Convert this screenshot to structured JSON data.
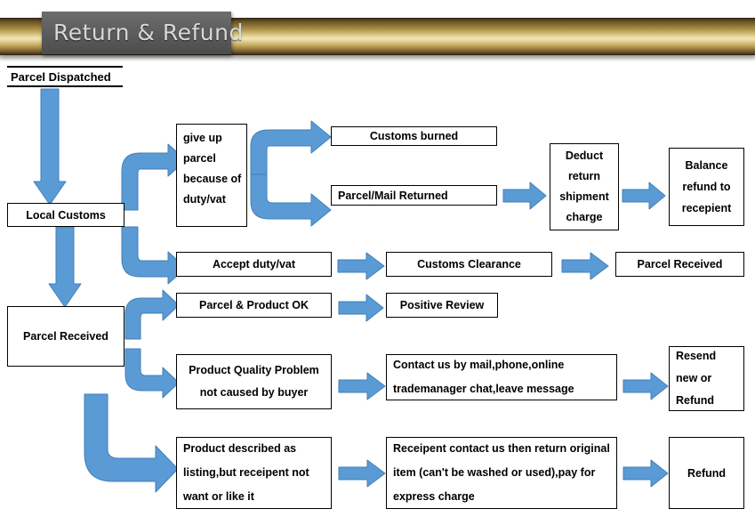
{
  "header": {
    "title": "Return & Refund",
    "bar_color_dark": "#2e2213",
    "bar_color_light": "#f3e7b6",
    "ribbon_color": "#5e5e5e",
    "ribbon_text_color": "#d8d8d8"
  },
  "theme": {
    "arrow_fill": "#5b9bd5",
    "arrow_stroke": "#3f7fb8",
    "box_border": "#000000",
    "box_background": "#ffffff",
    "text_color": "#000000"
  },
  "nodes": {
    "parcel_dispatched": "Parcel Dispatched",
    "local_customs": "Local Customs",
    "parcel_received_left": "Parcel Received",
    "give_up_parcel": "give up parcel because of duty/vat",
    "customs_burned": "Customs burned",
    "parcel_mail_returned": "Parcel/Mail Returned",
    "deduct_return_shipment_charge": "Deduct return shipment charge",
    "balance_refund_to_recepient": "Balance refund to recepient",
    "accept_duty_vat": "Accept duty/vat",
    "customs_clearance": "Customs Clearance",
    "parcel_received_right": "Parcel Received",
    "parcel_product_ok": "Parcel & Product OK",
    "positive_review": "Positive Review",
    "product_quality_problem": "Product Quality Problem not caused by buyer",
    "contact_us": "Contact us by mail,phone,online trademanager chat,leave message",
    "resend_new_or_refund": "Resend new or Refund",
    "product_described_as_listing": "Product described as listing,but receipent not want or like it",
    "receipent_contact_us": "Receipent contact us then return original item (can't be washed or used),pay for express charge",
    "refund": "Refund"
  },
  "chart_data": {
    "type": "diagram",
    "title": "Return & Refund",
    "diagram_kind": "flowchart",
    "nodes": [
      {
        "id": "parcel_dispatched",
        "label": "Parcel Dispatched",
        "style": "rule-only"
      },
      {
        "id": "local_customs",
        "label": "Local Customs",
        "style": "box"
      },
      {
        "id": "parcel_received_left",
        "label": "Parcel Received",
        "style": "box"
      },
      {
        "id": "give_up_parcel",
        "label": "give up parcel because of duty/vat",
        "style": "box"
      },
      {
        "id": "customs_burned",
        "label": "Customs burned",
        "style": "box"
      },
      {
        "id": "parcel_mail_returned",
        "label": "Parcel/Mail Returned",
        "style": "box"
      },
      {
        "id": "deduct_return_shipment_charge",
        "label": "Deduct return shipment charge",
        "style": "box"
      },
      {
        "id": "balance_refund_to_recepient",
        "label": "Balance refund to recepient",
        "style": "box"
      },
      {
        "id": "accept_duty_vat",
        "label": "Accept duty/vat",
        "style": "box"
      },
      {
        "id": "customs_clearance",
        "label": "Customs Clearance",
        "style": "box"
      },
      {
        "id": "parcel_received_right",
        "label": "Parcel Received",
        "style": "box"
      },
      {
        "id": "parcel_product_ok",
        "label": "Parcel & Product OK",
        "style": "box"
      },
      {
        "id": "positive_review",
        "label": "Positive Review",
        "style": "box"
      },
      {
        "id": "product_quality_problem",
        "label": "Product Quality Problem not caused by buyer",
        "style": "box"
      },
      {
        "id": "contact_us",
        "label": "Contact us by mail,phone,online trademanager chat,leave message",
        "style": "box"
      },
      {
        "id": "resend_new_or_refund",
        "label": "Resend new or Refund",
        "style": "box"
      },
      {
        "id": "product_described_as_listing",
        "label": "Product described as listing,but receipent not want or like it",
        "style": "box"
      },
      {
        "id": "receipent_contact_us",
        "label": "Receipent contact us then return original item (can't be washed or used),pay for express charge",
        "style": "box"
      },
      {
        "id": "refund",
        "label": "Refund",
        "style": "box"
      }
    ],
    "edges": [
      {
        "from": "parcel_dispatched",
        "to": "local_customs",
        "shape": "straight-down"
      },
      {
        "from": "local_customs",
        "to": "give_up_parcel",
        "shape": "elbow-up-right"
      },
      {
        "from": "local_customs",
        "to": "accept_duty_vat",
        "shape": "elbow-down-right"
      },
      {
        "from": "local_customs",
        "to": "parcel_received_left",
        "shape": "straight-down"
      },
      {
        "from": "give_up_parcel",
        "to": "customs_burned",
        "shape": "elbow-up-right"
      },
      {
        "from": "give_up_parcel",
        "to": "parcel_mail_returned",
        "shape": "elbow-down-right"
      },
      {
        "from": "parcel_mail_returned",
        "to": "deduct_return_shipment_charge",
        "shape": "straight-right"
      },
      {
        "from": "deduct_return_shipment_charge",
        "to": "balance_refund_to_recepient",
        "shape": "straight-right"
      },
      {
        "from": "accept_duty_vat",
        "to": "customs_clearance",
        "shape": "straight-right"
      },
      {
        "from": "customs_clearance",
        "to": "parcel_received_right",
        "shape": "straight-right"
      },
      {
        "from": "parcel_received_left",
        "to": "parcel_product_ok",
        "shape": "elbow-up-right"
      },
      {
        "from": "parcel_received_left",
        "to": "product_quality_problem",
        "shape": "elbow-down-right"
      },
      {
        "from": "parcel_received_left",
        "to": "product_described_as_listing",
        "shape": "elbow-down-right-long"
      },
      {
        "from": "parcel_product_ok",
        "to": "positive_review",
        "shape": "straight-right"
      },
      {
        "from": "product_quality_problem",
        "to": "contact_us",
        "shape": "straight-right"
      },
      {
        "from": "contact_us",
        "to": "resend_new_or_refund",
        "shape": "straight-right"
      },
      {
        "from": "product_described_as_listing",
        "to": "receipent_contact_us",
        "shape": "straight-right"
      },
      {
        "from": "receipent_contact_us",
        "to": "refund",
        "shape": "straight-right"
      }
    ]
  }
}
